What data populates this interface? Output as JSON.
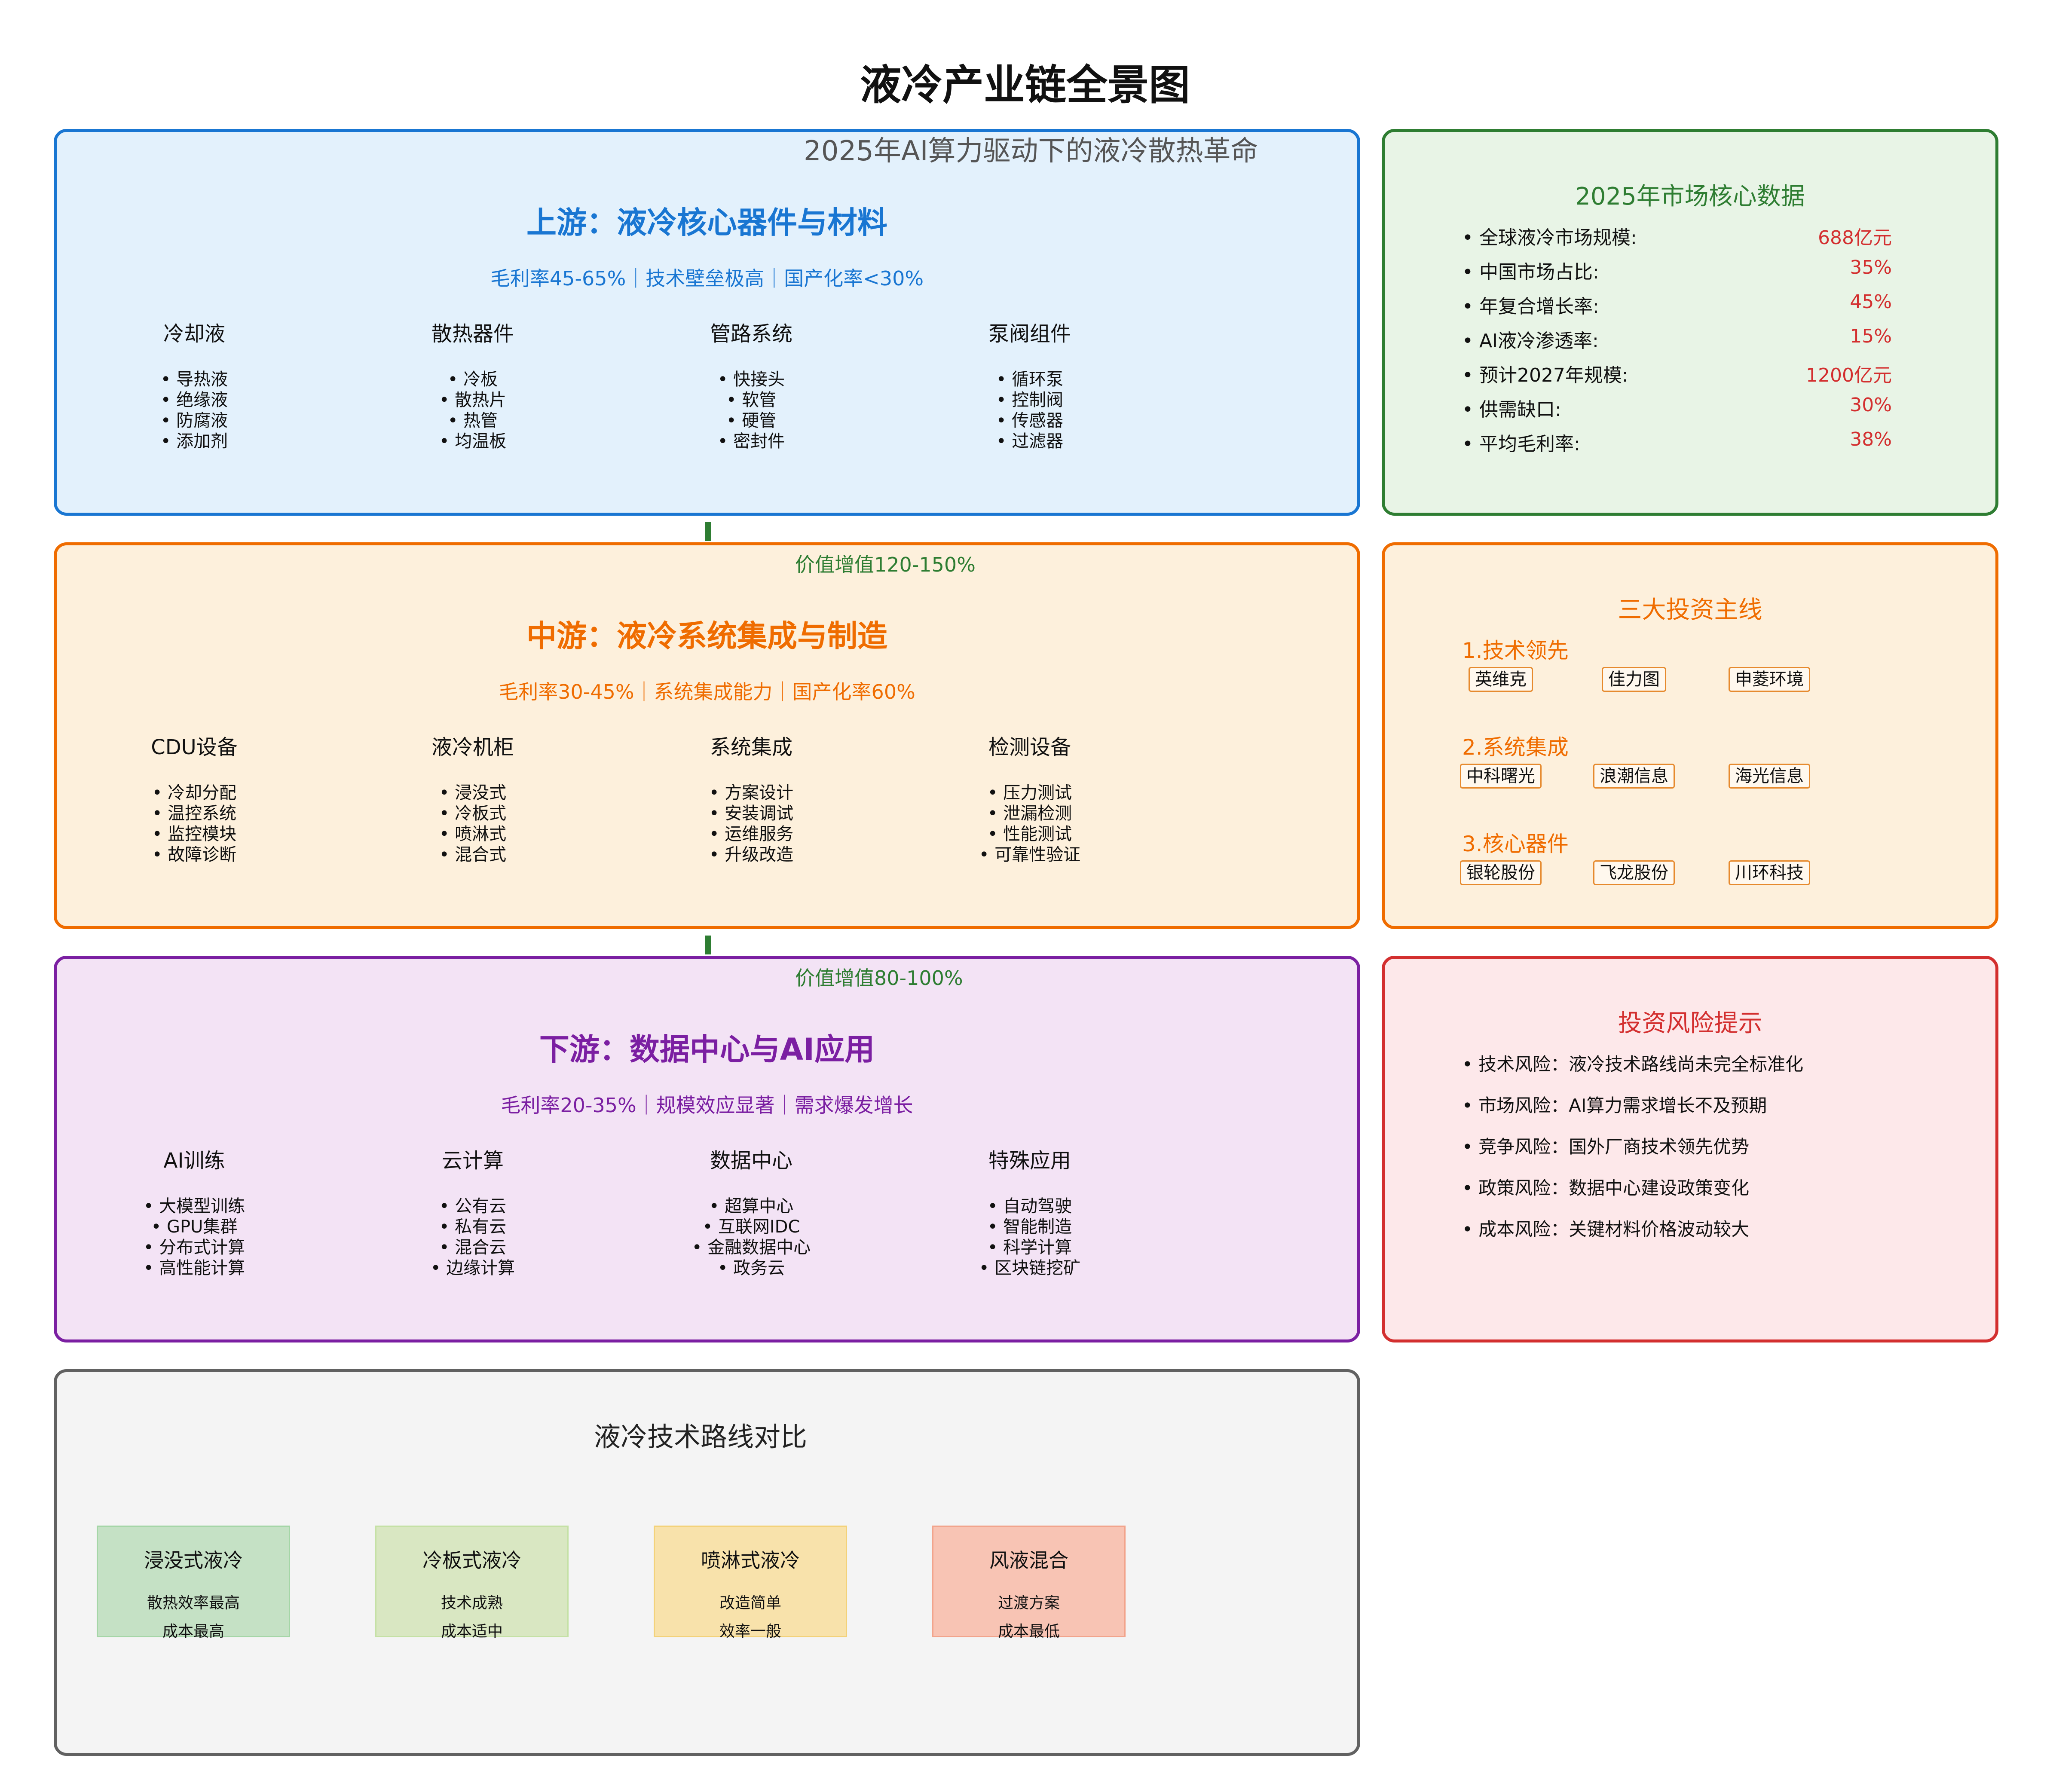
{
  "header": {
    "title": "液冷产业链全景图",
    "subtitle": "2025年AI算力驱动下的液冷散热革命"
  },
  "colors": {
    "upstream": "#1976d2",
    "midstream": "#ef6c00",
    "downstream": "#7b1fa2",
    "market": "#2e7d32",
    "risk": "#d32f2f",
    "tech": "#616161"
  },
  "chain": {
    "upstream": {
      "title": "上游：液冷核心器件与材料",
      "metrics": "毛利率45-65%｜技术壁垒极高｜国产化率<30%",
      "categories": [
        {
          "title": "冷却液",
          "items": [
            "导热液",
            "绝缘液",
            "防腐液",
            "添加剂"
          ]
        },
        {
          "title": "散热器件",
          "items": [
            "冷板",
            "散热片",
            "热管",
            "均温板"
          ]
        },
        {
          "title": "管路系统",
          "items": [
            "快接头",
            "软管",
            "硬管",
            "密封件"
          ]
        },
        {
          "title": "泵阀组件",
          "items": [
            "循环泵",
            "控制阀",
            "传感器",
            "过滤器"
          ]
        }
      ]
    },
    "value_add_1": "价值增值120-150%",
    "midstream": {
      "title": "中游：液冷系统集成与制造",
      "metrics": "毛利率30-45%｜系统集成能力｜国产化率60%",
      "categories": [
        {
          "title": "CDU设备",
          "items": [
            "冷却分配",
            "温控系统",
            "监控模块",
            "故障诊断"
          ]
        },
        {
          "title": "液冷机柜",
          "items": [
            "浸没式",
            "冷板式",
            "喷淋式",
            "混合式"
          ]
        },
        {
          "title": "系统集成",
          "items": [
            "方案设计",
            "安装调试",
            "运维服务",
            "升级改造"
          ]
        },
        {
          "title": "检测设备",
          "items": [
            "压力测试",
            "泄漏检测",
            "性能测试",
            "可靠性验证"
          ]
        }
      ]
    },
    "value_add_2": "价值增值80-100%",
    "downstream": {
      "title": "下游：数据中心与AI应用",
      "metrics": "毛利率20-35%｜规模效应显著｜需求爆发增长",
      "categories": [
        {
          "title": "AI训练",
          "items": [
            "大模型训练",
            "GPU集群",
            "分布式计算",
            "高性能计算"
          ]
        },
        {
          "title": "云计算",
          "items": [
            "公有云",
            "私有云",
            "混合云",
            "边缘计算"
          ]
        },
        {
          "title": "数据中心",
          "items": [
            "超算中心",
            "互联网IDC",
            "金融数据中心",
            "政务云"
          ]
        },
        {
          "title": "特殊应用",
          "items": [
            "自动驾驶",
            "智能制造",
            "科学计算",
            "区块链挖矿"
          ]
        }
      ]
    }
  },
  "market": {
    "title": "2025年市场核心数据",
    "rows": [
      {
        "label": "全球液冷市场规模:",
        "value": "688亿元"
      },
      {
        "label": "中国市场占比:",
        "value": "35%"
      },
      {
        "label": "年复合增长率:",
        "value": "45%"
      },
      {
        "label": "AI液冷渗透率:",
        "value": "15%"
      },
      {
        "label": "预计2027年规模:",
        "value": "1200亿元"
      },
      {
        "label": "供需缺口:",
        "value": "30%"
      },
      {
        "label": "平均毛利率:",
        "value": "38%"
      }
    ]
  },
  "investment": {
    "title": "三大投资主线",
    "lines": [
      {
        "title": "1.技术领先",
        "stocks": [
          "英维克",
          "佳力图",
          "申菱环境"
        ]
      },
      {
        "title": "2.系统集成",
        "stocks": [
          "中科曙光",
          "浪潮信息",
          "海光信息"
        ]
      },
      {
        "title": "3.核心器件",
        "stocks": [
          "银轮股份",
          "飞龙股份",
          "川环科技"
        ]
      }
    ]
  },
  "risks": {
    "title": "投资风险提示",
    "items": [
      "技术风险：液冷技术路线尚未完全标准化",
      "市场风险：AI算力需求增长不及预期",
      "竞争风险：国外厂商技术领先优势",
      "政策风险：数据中心建设政策变化",
      "成本风险：关键材料价格波动较大"
    ]
  },
  "tech_compare": {
    "title": "液冷技术路线对比",
    "routes": [
      {
        "name": "浸没式液冷",
        "line1": "散热效率最高",
        "line2": "成本最高",
        "fill": "#c5e1c5",
        "border": "#a5d6a7"
      },
      {
        "name": "冷板式液冷",
        "line1": "技术成熟",
        "line2": "成本适中",
        "fill": "#d9e7c2",
        "border": "#c5e1a5"
      },
      {
        "name": "喷淋式液冷",
        "line1": "改造简单",
        "line2": "效率一般",
        "fill": "#f8e2ab",
        "border": "#f3d27a"
      },
      {
        "name": "风液混合",
        "line1": "过渡方案",
        "line2": "成本最低",
        "fill": "#f8c4b4",
        "border": "#f2a48c"
      }
    ]
  }
}
